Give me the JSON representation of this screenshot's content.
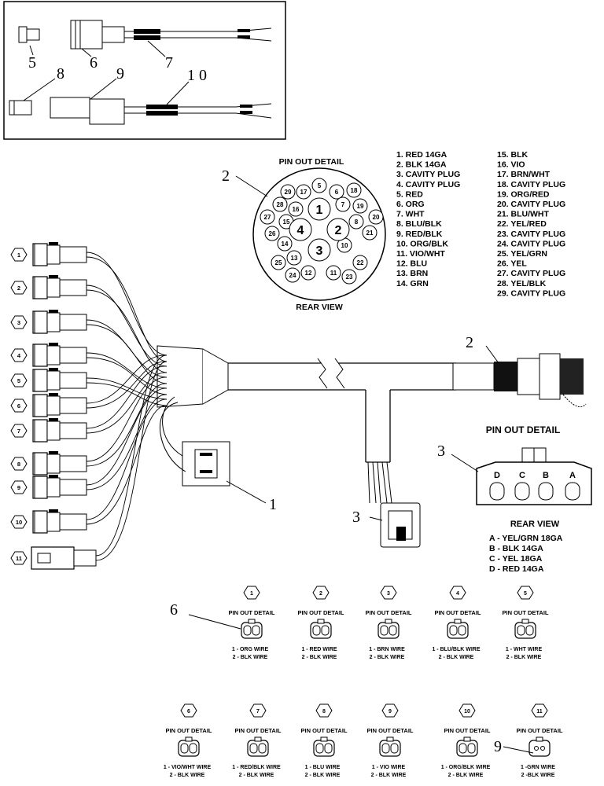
{
  "inset_callouts": [
    "5",
    "6",
    "7",
    "8",
    "9",
    "1 0"
  ],
  "main_callouts": {
    "harness_connector_label": "2",
    "pin_detail_label": "2",
    "relay_label": "1",
    "tee_connector_label": "3",
    "pinout3_label": "3",
    "connector6_label": "6",
    "connector9_label": "9"
  },
  "round_pinout": {
    "title": "PIN OUT DETAIL",
    "subtitle": "REAR VIEW",
    "pins_small": [
      "29",
      "17",
      "5",
      "6",
      "18",
      "28",
      "16",
      "7",
      "19",
      "27",
      "20",
      "26",
      "8",
      "21",
      "15",
      "14",
      "10",
      "25",
      "13",
      "22",
      "24",
      "12",
      "11",
      "23"
    ],
    "pins_large": [
      "1",
      "2",
      "3",
      "4"
    ],
    "legend_col1": [
      "1. RED 14GA",
      "2. BLK 14GA",
      "3. CAVITY PLUG",
      "4. CAVITY PLUG",
      "5. RED",
      "6. ORG",
      "7. WHT",
      "8. BLU/BLK",
      "9. RED/BLK",
      "10. ORG/BLK",
      "11. VIO/WHT",
      "12. BLU",
      "13. BRN",
      "14. GRN"
    ],
    "legend_col2": [
      "15. BLK",
      "16. VIO",
      "17. BRN/WHT",
      "18. CAVITY PLUG",
      "19. ORG/RED",
      "20. CAVITY PLUG",
      "21. BLU/WHT",
      "22. YEL/RED",
      "23. CAVITY PLUG",
      "24. CAVITY PLUG",
      "25. YEL/GRN",
      "26. YEL",
      "27. CAVITY PLUG",
      "28. YEL/BLK",
      "29. CAVITY PLUG"
    ]
  },
  "rect_pinout": {
    "title": "PIN OUT DETAIL",
    "subtitle": "REAR VIEW",
    "cavities": [
      "D",
      "C",
      "B",
      "A"
    ],
    "legend": [
      "A - YEL/GRN 18GA",
      "B - BLK 14GA",
      "C - YEL 18GA",
      "D - RED 14GA"
    ]
  },
  "branch_connectors": [
    "1",
    "2",
    "3",
    "4",
    "5",
    "6",
    "7",
    "8",
    "9",
    "10",
    "11"
  ],
  "pin_details": [
    {
      "num": "1",
      "title": "PIN OUT DETAIL",
      "l1": "1 - ORG WIRE",
      "l2": "2 - BLK WIRE"
    },
    {
      "num": "2",
      "title": "PIN OUT DETAIL",
      "l1": "1 - RED WIRE",
      "l2": "2 - BLK WIRE"
    },
    {
      "num": "3",
      "title": "PIN OUT DETAIL",
      "l1": "1 - BRN WIRE",
      "l2": "2 - BLK WIRE"
    },
    {
      "num": "4",
      "title": "PIN OUT DETAIL",
      "l1": "1 - BLU/BLK WIRE",
      "l2": "2 - BLK WIRE"
    },
    {
      "num": "5",
      "title": "PIN OUT DETAIL",
      "l1": "1 - WHT WIRE",
      "l2": "2 - BLK WIRE"
    },
    {
      "num": "6",
      "title": "PIN OUT DETAIL",
      "l1": "1 - VIO/WHT WIRE",
      "l2": "2 - BLK WIRE"
    },
    {
      "num": "7",
      "title": "PIN OUT DETAIL",
      "l1": "1 - RED/BLK WIRE",
      "l2": "2 - BLK WIRE"
    },
    {
      "num": "8",
      "title": "PIN OUT DETAIL",
      "l1": "1 - BLU WIRE",
      "l2": "2 - BLK WIRE"
    },
    {
      "num": "9",
      "title": "PIN OUT DETAIL",
      "l1": "1 - VIO WIRE",
      "l2": "2 - BLK WIRE"
    },
    {
      "num": "10",
      "title": "PIN OUT DETAIL",
      "l1": "1 - ORG/BLK WIRE",
      "l2": "2 - BLK WIRE"
    },
    {
      "num": "11",
      "title": "PIN OUT DETAIL",
      "l1": "1 -GRN WIRE",
      "l2": "2 -BLK WIRE"
    }
  ]
}
